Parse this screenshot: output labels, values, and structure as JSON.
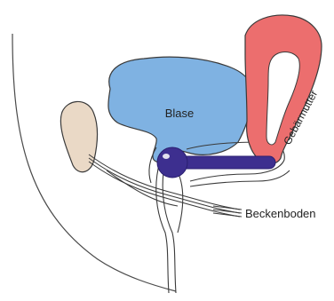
{
  "labels": {
    "bladder": "Blase",
    "uterus": "Gebärmutter",
    "pelvic_floor": "Beckenboden"
  },
  "colors": {
    "bladder_fill": "#7fb2e2",
    "uterus_fill": "#ec6e6e",
    "bone_fill": "#ead9c6",
    "device_fill": "#3d2f8f",
    "outline": "#3a3a3a"
  }
}
